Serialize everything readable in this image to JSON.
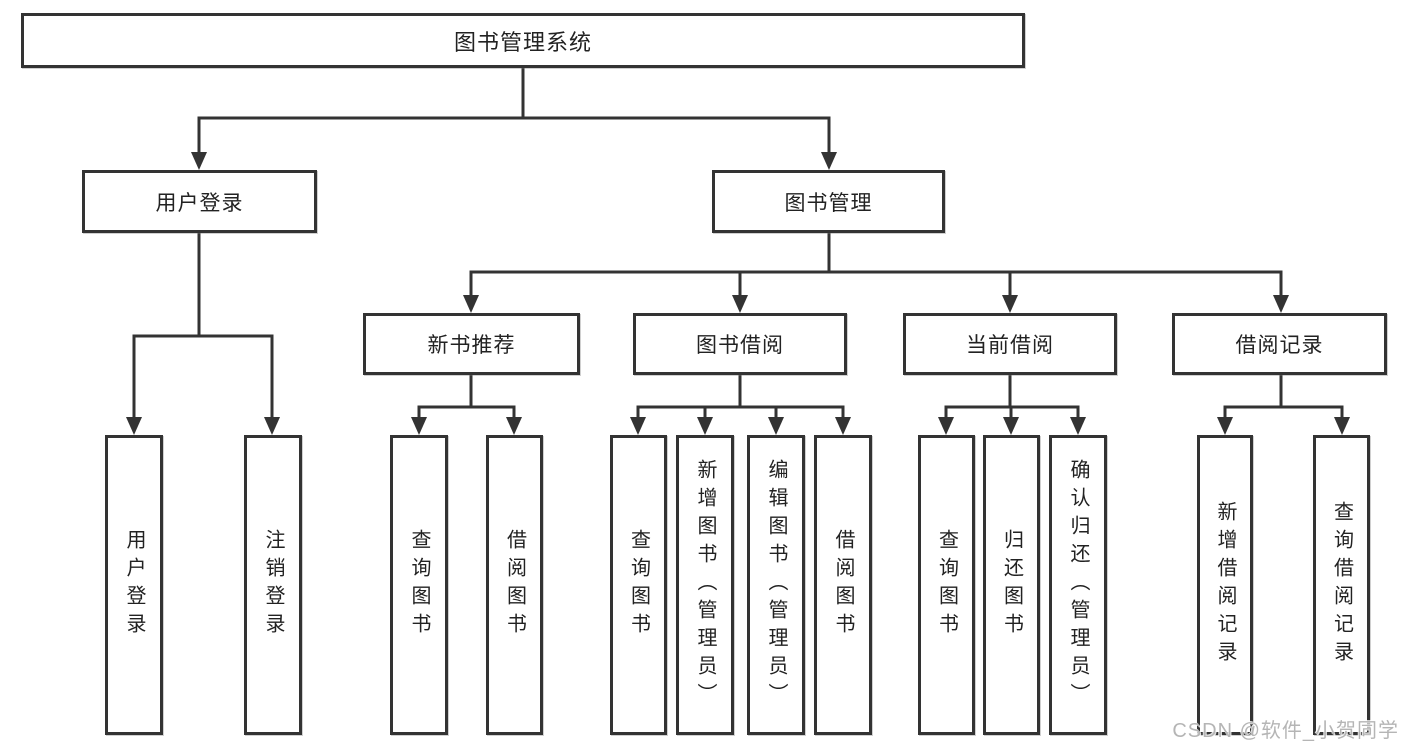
{
  "diagram": {
    "type": "hierarchy-tree",
    "tree": {
      "root": {
        "label": "图书管理系统",
        "children": [
          {
            "label": "用户登录",
            "children": [
              {
                "label": "用户登录"
              },
              {
                "label": "注销登录"
              }
            ]
          },
          {
            "label": "图书管理",
            "children": [
              {
                "label": "新书推荐",
                "children": [
                  {
                    "label": "查询图书"
                  },
                  {
                    "label": "借阅图书"
                  }
                ]
              },
              {
                "label": "图书借阅",
                "children": [
                  {
                    "label": "查询图书"
                  },
                  {
                    "label": "新增图书（管理员）"
                  },
                  {
                    "label": "编辑图书（管理员）"
                  },
                  {
                    "label": "借阅图书"
                  }
                ]
              },
              {
                "label": "当前借阅",
                "children": [
                  {
                    "label": "查询图书"
                  },
                  {
                    "label": "归还图书"
                  },
                  {
                    "label": "确认归还（管理员）"
                  }
                ]
              },
              {
                "label": "借阅记录",
                "children": [
                  {
                    "label": "新增借阅记录"
                  },
                  {
                    "label": "查询借阅记录"
                  }
                ]
              }
            ]
          }
        ]
      }
    },
    "colors": {
      "line": "#333333",
      "box_border": "#333333",
      "box_fill": "#ffffff",
      "text": "#222222",
      "background": "#ffffff"
    }
  },
  "watermark": {
    "text": "CSDN @软件_小贺同学",
    "color": "#b5b5b5"
  }
}
